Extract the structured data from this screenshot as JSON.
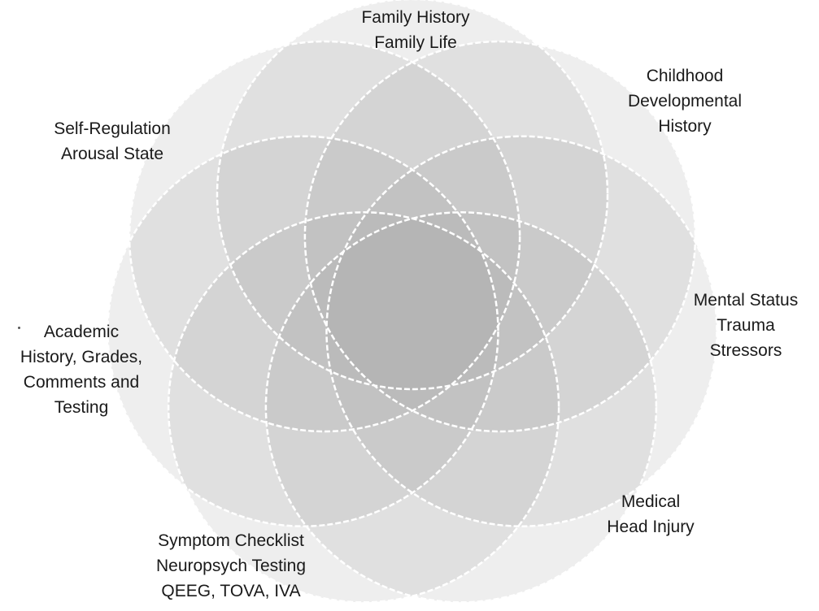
{
  "diagram": {
    "petals": [
      {
        "id": "family",
        "lines": [
          "Family History",
          "Family Life"
        ]
      },
      {
        "id": "childhood",
        "lines": [
          "Childhood",
          "Developmental",
          "History"
        ]
      },
      {
        "id": "mental",
        "lines": [
          "Mental Status",
          "Trauma",
          "Stressors"
        ]
      },
      {
        "id": "medical",
        "lines": [
          "Medical",
          "Head Injury"
        ]
      },
      {
        "id": "symptom",
        "lines": [
          "Symptom Checklist",
          "Neuropsych Testing",
          "QEEG, TOVA, IVA"
        ]
      },
      {
        "id": "academic",
        "lines": [
          "Academic",
          "History, Grades,",
          "Comments and",
          "Testing"
        ]
      },
      {
        "id": "self",
        "lines": [
          "Self-Regulation",
          "Arousal State"
        ]
      }
    ],
    "colors": {
      "circle_fill": "#9a9a9a",
      "circle_outline": "#ffffff",
      "text": "#1a1a1a"
    }
  }
}
